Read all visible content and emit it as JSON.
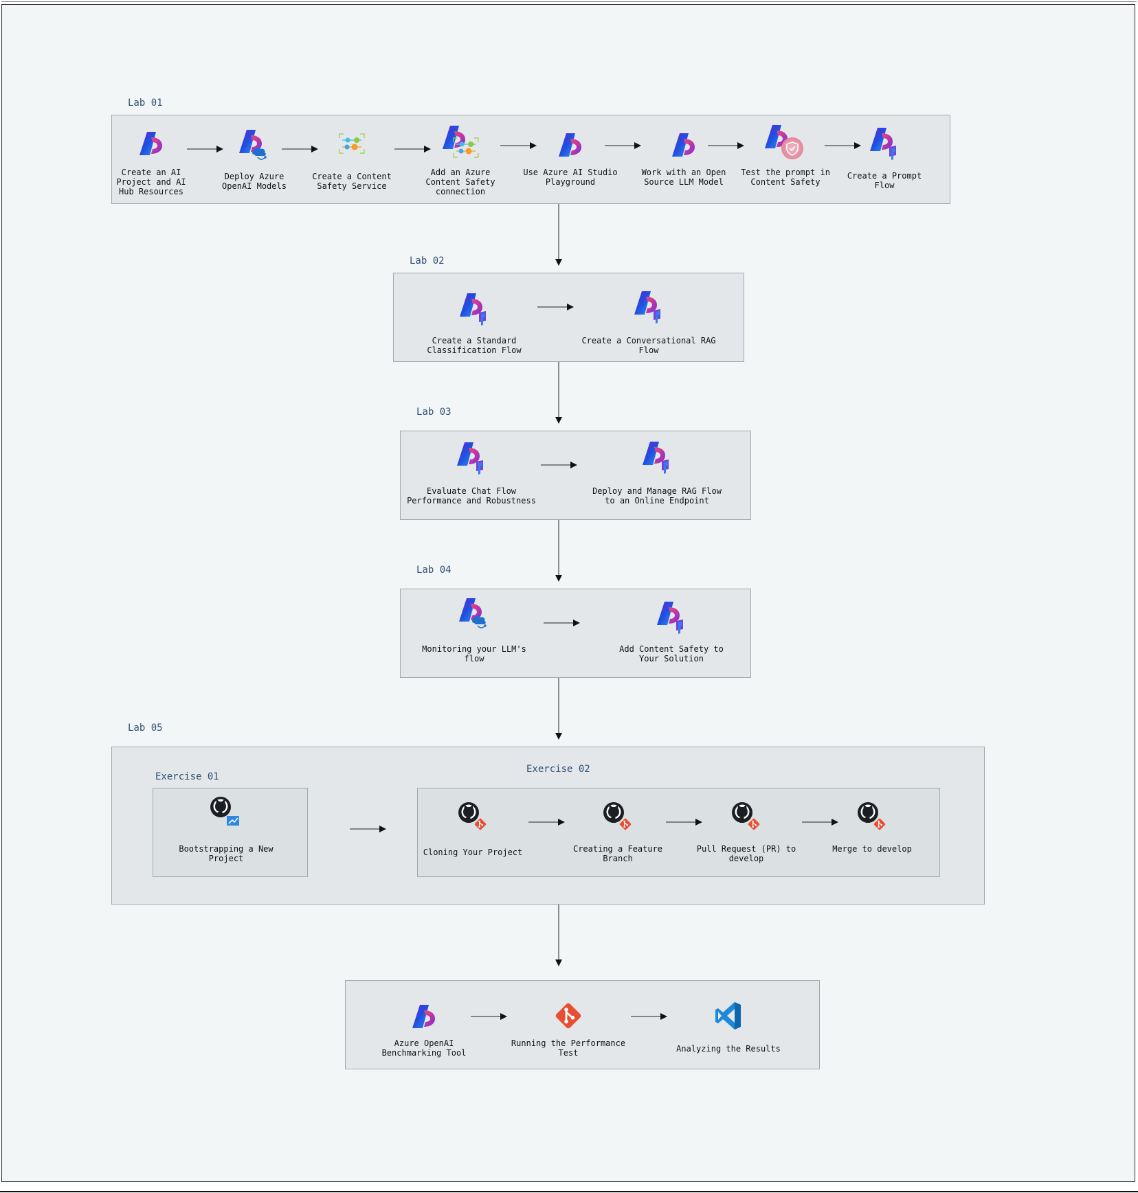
{
  "groups": {
    "lab01": "Lab 01",
    "lab02": "Lab 02",
    "lab03": "Lab 03",
    "lab04": "Lab 04",
    "lab05": "Lab 05",
    "exercise01": "Exercise 01",
    "exercise02": "Exercise 02"
  },
  "nodes": {
    "lab01": [
      {
        "line1": "Create an AI",
        "line2": "Project and AI",
        "line3": "Hub Resources",
        "icon": "ai-studio-icon"
      },
      {
        "line1": "Deploy Azure",
        "line2": "OpenAI Models",
        "icon": "ai-studio-cloud-icon"
      },
      {
        "line1": "Create a Content",
        "line2": "Safety Service",
        "icon": "content-safety-icon"
      },
      {
        "line1": "Add an Azure",
        "line2": "Content Safety",
        "line3": "connection",
        "icon": "ai-studio-content-safety-icon"
      },
      {
        "line1": "Use Azure AI Studio",
        "line2": "Playground",
        "icon": "ai-studio-icon"
      },
      {
        "line1": "Work with an Open",
        "line2": "Source LLM Model",
        "icon": "ai-studio-icon"
      },
      {
        "line1": "Test the prompt in",
        "line2": "Content Safety",
        "icon": "ai-studio-shield-icon"
      },
      {
        "line1": "Create a Prompt",
        "line2": "Flow",
        "icon": "prompt-flow-icon"
      }
    ],
    "lab02": [
      {
        "line1": "Create a Standard",
        "line2": "Classification Flow",
        "icon": "prompt-flow-icon"
      },
      {
        "line1": "Create a Conversational RAG",
        "line2": "Flow",
        "icon": "prompt-flow-icon"
      }
    ],
    "lab03": [
      {
        "line1": "Evaluate Chat Flow",
        "line2": "Performance and Robustness",
        "icon": "prompt-flow-icon"
      },
      {
        "line1": "Deploy and Manage RAG Flow",
        "line2": "to an Online Endpoint",
        "icon": "prompt-flow-icon"
      }
    ],
    "lab04": [
      {
        "line1": "Monitoring your LLM's",
        "line2": "flow",
        "icon": "ai-studio-cloud-icon"
      },
      {
        "line1": "Add Content Safety to",
        "line2": "Your Solution",
        "icon": "prompt-flow-icon"
      }
    ],
    "exercise01": [
      {
        "line1": "Bootstrapping a New",
        "line2": "Project",
        "icon": "github-pipelines-icon"
      }
    ],
    "exercise02": [
      {
        "line1": "Cloning Your Project",
        "icon": "github-git-icon"
      },
      {
        "line1": "Creating a Feature",
        "line2": "Branch",
        "icon": "github-git-icon"
      },
      {
        "line1": "Pull Request (PR) to",
        "line2": "develop",
        "icon": "github-git-icon"
      },
      {
        "line1": "Merge to develop",
        "icon": "github-git-icon"
      }
    ],
    "final": [
      {
        "line1": "Azure OpenAI",
        "line2": "Benchmarking Tool",
        "icon": "ai-studio-icon"
      },
      {
        "line1": "Running the Performance",
        "line2": "Test",
        "icon": "git-icon"
      },
      {
        "line1": "Analyzing the Results",
        "icon": "vscode-icon"
      }
    ]
  }
}
